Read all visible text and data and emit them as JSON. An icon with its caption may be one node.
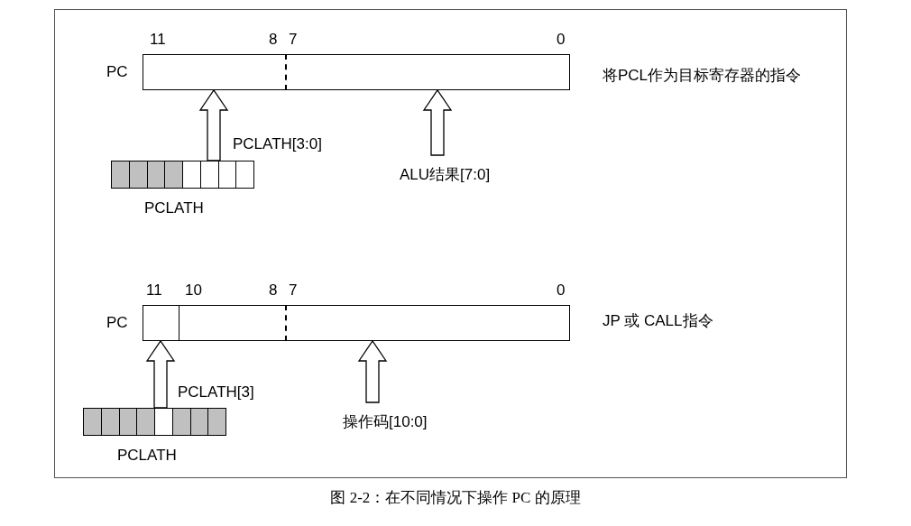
{
  "diagram": {
    "caption": "图 2-2：在不同情况下操作 PC 的原理",
    "nodes": [
      {
        "text": [
          "PC"
        ]
      },
      {
        "text": [
          "PCLATH"
        ]
      },
      {
        "text": [
          "ALU结果[7:0]"
        ]
      },
      {
        "text": [
          "PC"
        ]
      },
      {
        "text": [
          "PCLATH"
        ]
      },
      {
        "text": [
          "操作码[10:0]"
        ]
      }
    ],
    "edges": [
      {
        "from": 1,
        "to": 0,
        "arrow": "to",
        "label": "PCLATH[3:0]"
      },
      {
        "from": 2,
        "to": 0,
        "arrow": "to"
      },
      {
        "from": 4,
        "to": 3,
        "arrow": "to",
        "label": "PCLATH[3]"
      },
      {
        "from": 5,
        "to": 3,
        "arrow": "to"
      }
    ],
    "labels": [
      "11",
      "8",
      "7",
      "0",
      "将PCL作为目标寄存器的指令",
      "11",
      "10",
      "8",
      "7",
      "0",
      "JP 或 CALL指令"
    ]
  }
}
